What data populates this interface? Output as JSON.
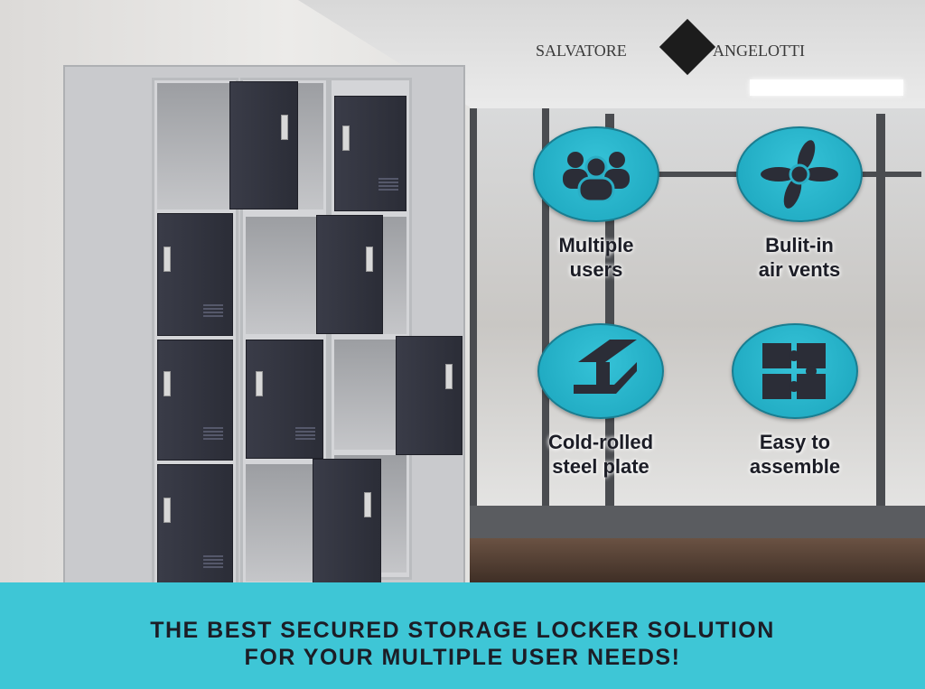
{
  "brand": {
    "left": "SALVATORE",
    "right": "ANGELOTTI"
  },
  "features": [
    {
      "icon": "users-icon",
      "label_line1": "Multiple",
      "label_line2": "users"
    },
    {
      "icon": "fan-icon",
      "label_line1": "Bulit-in",
      "label_line2": "air vents"
    },
    {
      "icon": "steel-beam-icon",
      "label_line1": "Cold-rolled",
      "label_line2": "steel plate"
    },
    {
      "icon": "puzzle-icon",
      "label_line1": "Easy to",
      "label_line2": "assemble"
    }
  ],
  "tagline": {
    "line1": "THE BEST SECURED STORAGE LOCKER SOLUTION",
    "line2": "FOR YOUR MULTIPLE USER NEEDS!"
  },
  "colors": {
    "accent": "#3ec6d6",
    "text": "#1c1d26",
    "door": "#363844"
  }
}
